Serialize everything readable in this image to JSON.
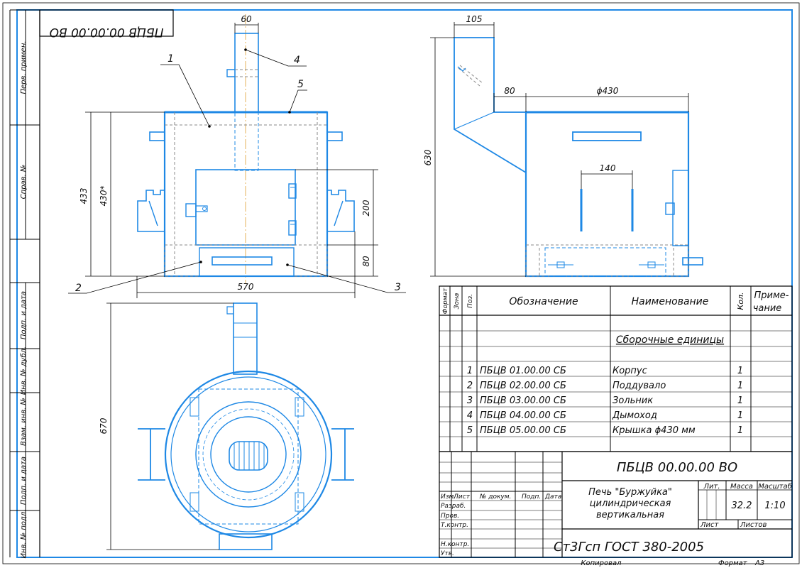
{
  "frame": {
    "mirrored_code": "ПБЦВ 00.00.00 ВО",
    "side_labels": [
      "Перв. примен.",
      "Справ. №",
      "Подп. и дата",
      "Инв. № дубл.",
      "Взам. инв. №",
      "Подп. и дата",
      "Инв. № подл."
    ]
  },
  "dimensions": {
    "d60": "60",
    "d105": "105",
    "d80_top": "80",
    "d430_dia": "ϕ430",
    "d140": "140",
    "d630": "630",
    "d433": "433",
    "d430s": "430*",
    "d200": "200",
    "d80_side": "80",
    "d570": "570",
    "d670": "670"
  },
  "callouts": [
    "1",
    "2",
    "3",
    "4",
    "5"
  ],
  "spec": {
    "headers": {
      "format": "Формат",
      "zone": "Зона",
      "pos": "Поз.",
      "designation": "Обозначение",
      "name": "Наименование",
      "qty": "Кол.",
      "note1": "Приме-",
      "note2": "чание"
    },
    "section": "Сборочные единицы",
    "rows": [
      {
        "pos": "1",
        "designation": "ПБЦВ 01.00.00 СБ",
        "name": "Корпус",
        "qty": "1"
      },
      {
        "pos": "2",
        "designation": "ПБЦВ 02.00.00 СБ",
        "name": "Поддувало",
        "qty": "1"
      },
      {
        "pos": "3",
        "designation": "ПБЦВ 03.00.00 СБ",
        "name": "Зольник",
        "qty": "1"
      },
      {
        "pos": "4",
        "designation": "ПБЦВ 04.00.00 СБ",
        "name": "Дымоход",
        "qty": "1"
      },
      {
        "pos": "5",
        "designation": "ПБЦВ 05.00.00 СБ",
        "name": "Крышка ϕ430 мм",
        "qty": "1"
      }
    ]
  },
  "title_block": {
    "code": "ПБЦВ 00.00.00 ВО",
    "title_lines": [
      "Печь \"Буржуйка\"",
      "цилиндрическая",
      "вертикальная"
    ],
    "material": "Ст3Гсп ГОСТ 380-2005",
    "col_headers": {
      "izm": "Изм.",
      "list": "Лист",
      "doc": "№ докум.",
      "sign": "Подп.",
      "date": "Дата"
    },
    "roles": [
      "Разраб.",
      "Пров.",
      "Т.контр.",
      "",
      "Н.контр.",
      "Утв."
    ],
    "lit_label": "Лит.",
    "mass_label": "Масса",
    "scale_label": "Масштаб",
    "mass": "32.2",
    "scale": "1:10",
    "sheet_label": "Лист",
    "sheets_label": "Листов"
  },
  "footer": {
    "copied": "Копировал",
    "format_label": "Формат",
    "format_value": "А3"
  }
}
